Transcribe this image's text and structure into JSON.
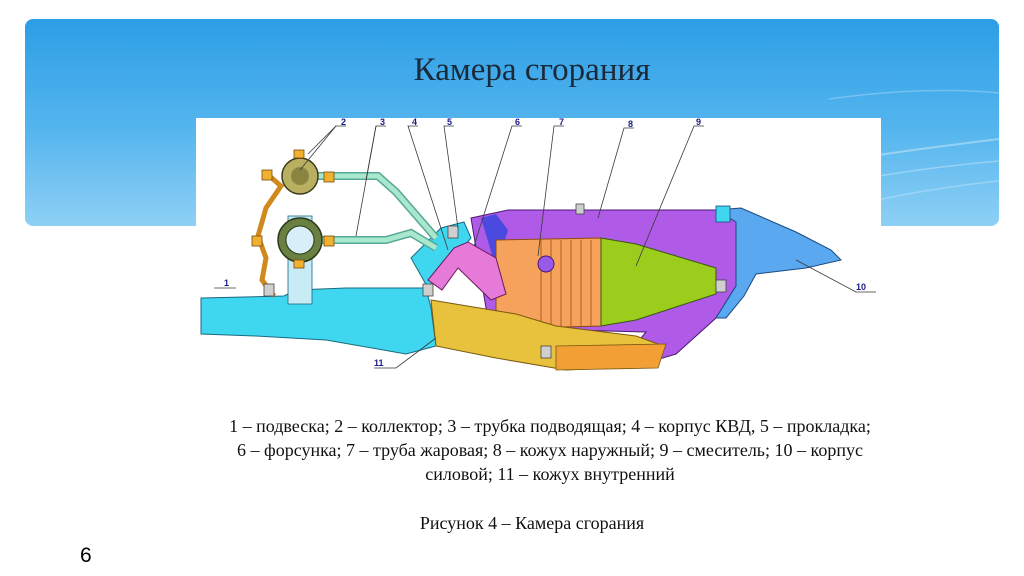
{
  "slide": {
    "title": "Камера сгорания",
    "page_number": "6"
  },
  "figure": {
    "labels": [
      "1",
      "2",
      "3",
      "4",
      "5",
      "6",
      "7",
      "8",
      "9",
      "10",
      "11"
    ],
    "legend_lines": [
      "1 – подвеска; 2 – коллектор; 3 – трубка подводящая; 4 – корпус КВД, 5 – прокладка;",
      "6 – форсунка; 7 – труба жаровая; 8 – кожух наружный; 9 – смеситель; 10 – корпус",
      "силовой; 11 – кожух внутренний"
    ],
    "caption": "Рисунок 4 – Камера сгорания"
  },
  "colors": {
    "banner_top": "#2c9ee6",
    "banner_bottom": "#8ed0f5",
    "cyan_body": "#3fd6f0",
    "purple_casing": "#b05ae8",
    "orange_liner": "#f6a25c",
    "green_mixer": "#9ccc1c",
    "yellow_inner": "#e8c23c",
    "magenta_nozzle": "#e67ad8",
    "pipe_green": "#8fd6b4",
    "collector_olive": "#b8b060"
  }
}
